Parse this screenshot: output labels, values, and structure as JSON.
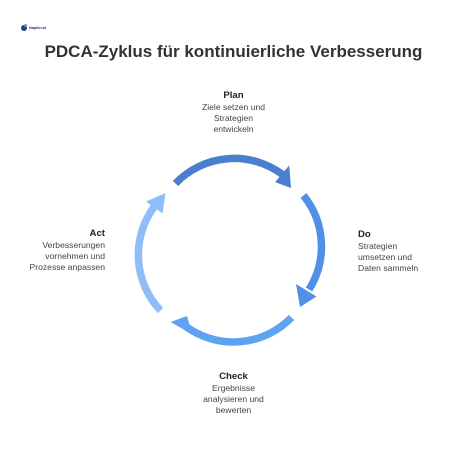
{
  "brand": {
    "logo_text": "Napkin.ai"
  },
  "title": "PDCA-Zyklus für kontinuierliche Verbesserung",
  "stages": [
    {
      "key": "plan",
      "title": "Plan",
      "description": "Ziele setzen und\nStrategien\nentwickeln",
      "color": "#4a7fcf"
    },
    {
      "key": "do",
      "title": "Do",
      "description": "Strategien\numsetzen und\nDaten sammeln",
      "color": "#5190e6"
    },
    {
      "key": "check",
      "title": "Check",
      "description": "Ergebnisse\nanalysieren und\nbewerten",
      "color": "#5ea2f2"
    },
    {
      "key": "act",
      "title": "Act",
      "description": "Verbesserungen\nvornehmen und\nProzesse anpassen",
      "color": "#8fbdf6"
    }
  ]
}
